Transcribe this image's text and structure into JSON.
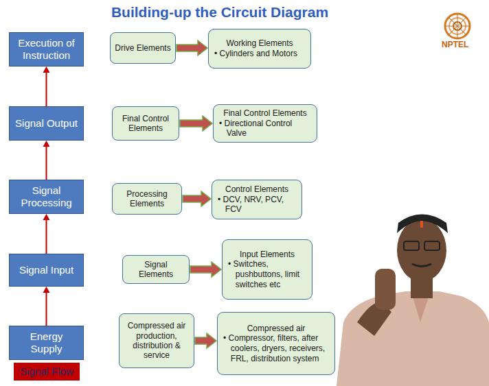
{
  "diagram": {
    "title": "Building-up the Circuit Diagram",
    "nodes": [
      {
        "text": [
          "Execution of Instruction"
        ]
      },
      {
        "text": [
          "Drive Elements"
        ]
      },
      {
        "text": [
          "Working Elements",
          "• Cylinders and Motors"
        ]
      },
      {
        "text": [
          "Signal Output"
        ]
      },
      {
        "text": [
          "Final Control Elements"
        ]
      },
      {
        "text": [
          "Final Control Elements",
          "• Directional Control Valve"
        ]
      },
      {
        "text": [
          "Signal Processing"
        ]
      },
      {
        "text": [
          "Processing Elements"
        ]
      },
      {
        "text": [
          "Control Elements",
          "• DCV, NRV, PCV, FCV"
        ]
      },
      {
        "text": [
          "Signal Input"
        ]
      },
      {
        "text": [
          "Signal Elements"
        ]
      },
      {
        "text": [
          "Input Elements",
          "• Switches, pushbuttons, limit switches etc"
        ]
      },
      {
        "text": [
          "Energy Supply"
        ]
      },
      {
        "text": [
          "Compressed air production, distribution & service"
        ]
      },
      {
        "text": [
          "Compressed air",
          "• Compressor, filters, after coolers, dryers, receivers, FRL, distribution system"
        ]
      },
      {
        "text": [
          "Signal Flow"
        ]
      }
    ],
    "edges": [
      {
        "from": 12,
        "to": 9,
        "arrow": "to"
      },
      {
        "from": 9,
        "to": 6,
        "arrow": "to"
      },
      {
        "from": 6,
        "to": 3,
        "arrow": "to"
      },
      {
        "from": 3,
        "to": 0,
        "arrow": "to"
      },
      {
        "from": 1,
        "to": 2,
        "arrow": "to"
      },
      {
        "from": 4,
        "to": 5,
        "arrow": "to"
      },
      {
        "from": 7,
        "to": 8,
        "arrow": "to"
      },
      {
        "from": 10,
        "to": 11,
        "arrow": "to"
      },
      {
        "from": 13,
        "to": 14,
        "arrow": "to"
      }
    ],
    "labels": [
      "NPTEL"
    ]
  }
}
